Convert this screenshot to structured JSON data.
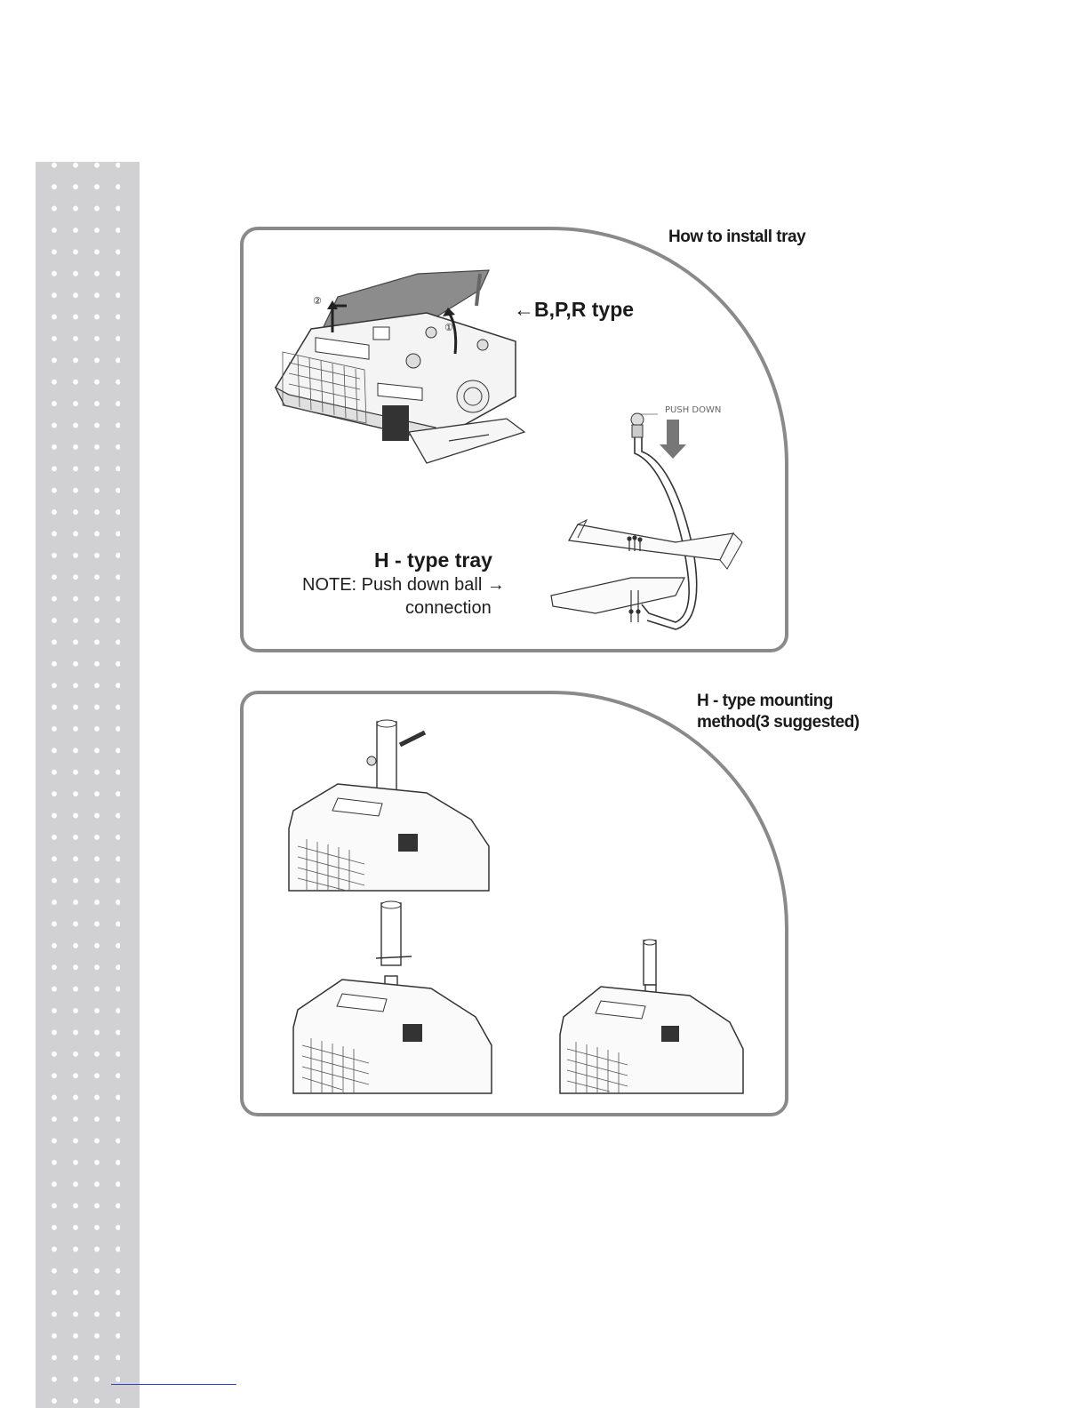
{
  "panel1": {
    "caption": "How to install tray",
    "type_label": "←B,P,R type",
    "tray_title": "H - type tray",
    "note_line1": "NOTE: Push down ball →",
    "note_line2": "connection",
    "push_down": "PUSH DOWN",
    "step_markers": [
      "②",
      "①"
    ]
  },
  "panel2": {
    "caption_line1": "H - type mounting",
    "caption_line2": "method(3 suggested)"
  },
  "colors": {
    "sidebar": "#d1d1d3",
    "panel_border": "#8a8a8a",
    "tray_fill": "#8c8c8c",
    "line_art": "#333333",
    "footer_link": "#2a45c8"
  }
}
